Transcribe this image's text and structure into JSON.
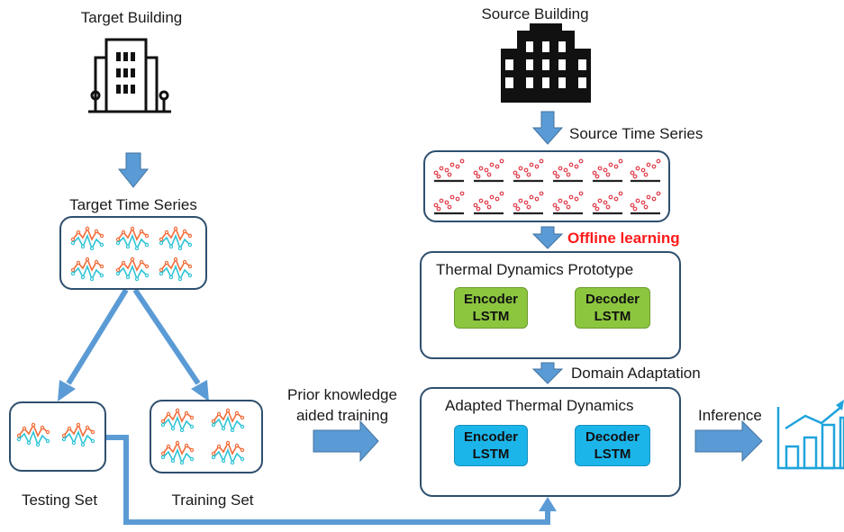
{
  "target_building": {
    "label": "Target Building"
  },
  "source_building": {
    "label": "Source Building"
  },
  "source_time_series": {
    "label": "Source Time Series"
  },
  "target_time_series": {
    "label": "Target Time Series"
  },
  "offline_learning": {
    "label": "Offline learning"
  },
  "prototype": {
    "title": "Thermal Dynamics Prototype",
    "encoder": {
      "line1": "Encoder",
      "line2": "LSTM"
    },
    "decoder": {
      "line1": "Decoder",
      "line2": "LSTM"
    }
  },
  "domain_adaptation": {
    "label": "Domain Adaptation"
  },
  "adapted": {
    "title": "Adapted Thermal Dynamics",
    "encoder": {
      "line1": "Encoder",
      "line2": "LSTM"
    },
    "decoder": {
      "line1": "Decoder",
      "line2": "LSTM"
    }
  },
  "prior_knowledge": {
    "line1": "Prior knowledge",
    "line2": "aided training"
  },
  "inference": {
    "label": "Inference"
  },
  "testing_set": {
    "label": "Testing Set"
  },
  "training_set": {
    "label": "Training Set"
  },
  "colors": {
    "arrow": "#5b9bd5",
    "panel_border": "#2e4f6e",
    "series_orange": "#f26b38",
    "series_teal": "#2ec4d6",
    "source_red": "#e03c4a",
    "green_lstm": "#8cc63f",
    "blue_lstm": "#1cb5ea",
    "offline_text": "#ff1a1a"
  }
}
